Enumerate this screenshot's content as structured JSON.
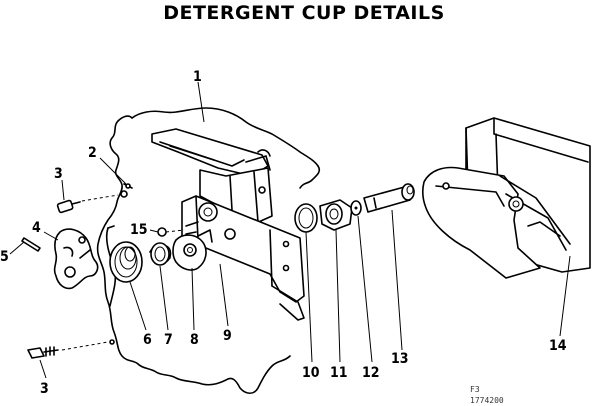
{
  "title": "DETERGENT CUP DETAILS",
  "callouts": [
    {
      "key": "1",
      "label": "1"
    },
    {
      "key": "2",
      "label": "2"
    },
    {
      "key": "3a",
      "label": "3"
    },
    {
      "key": "4",
      "label": "4"
    },
    {
      "key": "15",
      "label": "15"
    },
    {
      "key": "5",
      "label": "5"
    },
    {
      "key": "6",
      "label": "6"
    },
    {
      "key": "7",
      "label": "7"
    },
    {
      "key": "8",
      "label": "8"
    },
    {
      "key": "9",
      "label": "9"
    },
    {
      "key": "3b",
      "label": "3"
    },
    {
      "key": "10",
      "label": "10"
    },
    {
      "key": "11",
      "label": "11"
    },
    {
      "key": "12",
      "label": "12"
    },
    {
      "key": "13",
      "label": "13"
    },
    {
      "key": "14",
      "label": "14"
    }
  ],
  "footer": {
    "code_line1": "F3",
    "code_line2": "1774200"
  }
}
